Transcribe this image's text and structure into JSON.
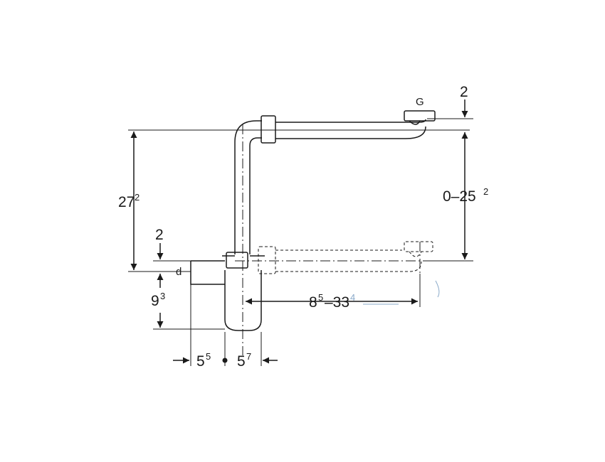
{
  "labels": {
    "g": "G",
    "d": "d",
    "top_gap": "2",
    "left_gap": "2",
    "height_main": "27",
    "height_main_sup": "2",
    "adjust_range": "0–25",
    "adjust_range_sup": "2",
    "depth": "9",
    "depth_sup": "3",
    "width_left": "5",
    "width_left_sup": "5",
    "width_right": "5",
    "width_right_sup": "7",
    "extension_main": "8",
    "extension_main_sup": "5",
    "extension_sep": "–33",
    "extension_end_sup": "4"
  },
  "colors": {
    "line": "#1a1a1a",
    "faint": "#8aa9c9"
  }
}
